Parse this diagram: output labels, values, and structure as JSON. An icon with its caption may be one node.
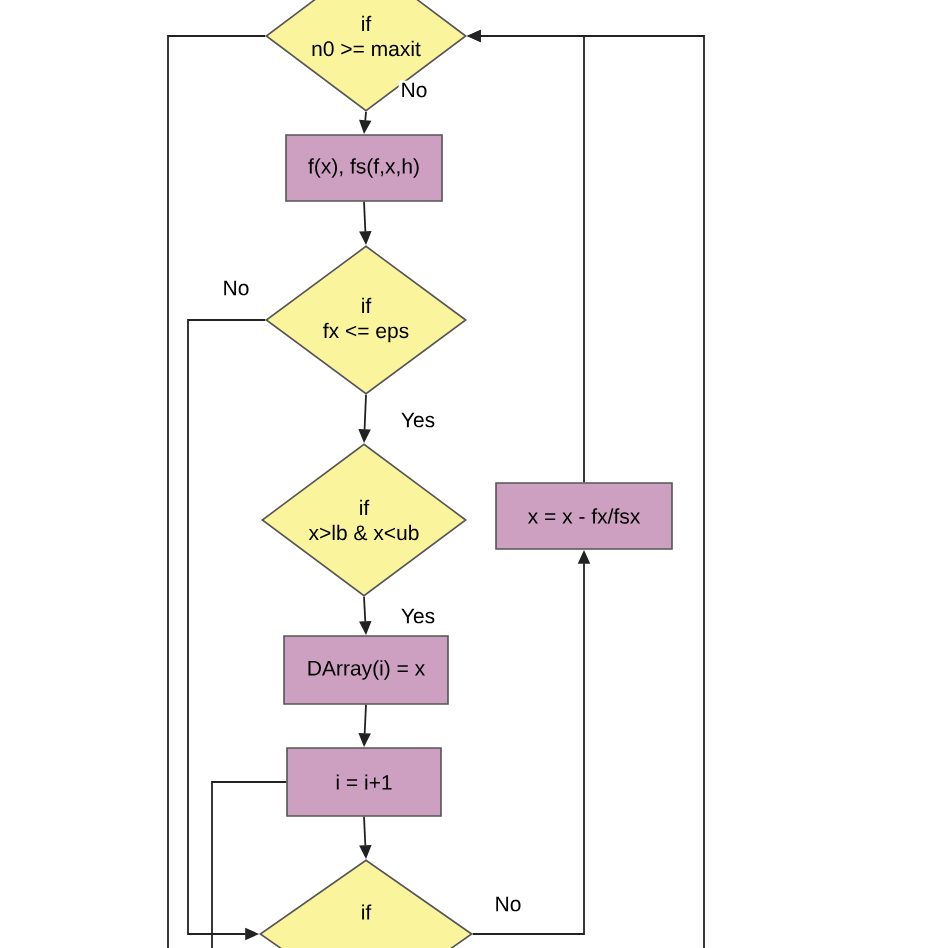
{
  "diagram": {
    "nodes": [
      {
        "text": [
          "if",
          "n0 >= maxit"
        ]
      },
      {
        "text": [
          "f(x), fs(f,x,h)"
        ]
      },
      {
        "text": [
          "if",
          "fx <= eps"
        ]
      },
      {
        "text": [
          "if",
          "x>lb & x<ub"
        ]
      },
      {
        "text": [
          "DArray(i) = x"
        ]
      },
      {
        "text": [
          "i = i+1"
        ]
      },
      {
        "text": [
          "x = x - fx/fsx"
        ]
      },
      {
        "text": [
          "if"
        ]
      }
    ],
    "edges": [
      {
        "from": 0,
        "to": 1,
        "arrow": "to",
        "label": "No"
      },
      {
        "from": 1,
        "to": 2,
        "arrow": "to"
      },
      {
        "from": 2,
        "to": 3,
        "arrow": "to",
        "label": "Yes"
      },
      {
        "from": 3,
        "to": 4,
        "arrow": "to",
        "label": "Yes"
      },
      {
        "from": 4,
        "to": 5,
        "arrow": "to"
      },
      {
        "from": 5,
        "to": 7,
        "arrow": "to"
      },
      {
        "from": 7,
        "to": 6,
        "arrow": "to",
        "label": "No"
      },
      {
        "from": 6,
        "to": 0,
        "arrow": "to"
      },
      {
        "from": 2,
        "to": 7,
        "arrow": "to",
        "label": "No"
      },
      {
        "from": 5,
        "to": null,
        "arrow": "none"
      },
      {
        "from": 0,
        "to": null,
        "arrow": "none"
      },
      {
        "from": null,
        "to": 0,
        "arrow": "to"
      }
    ]
  }
}
